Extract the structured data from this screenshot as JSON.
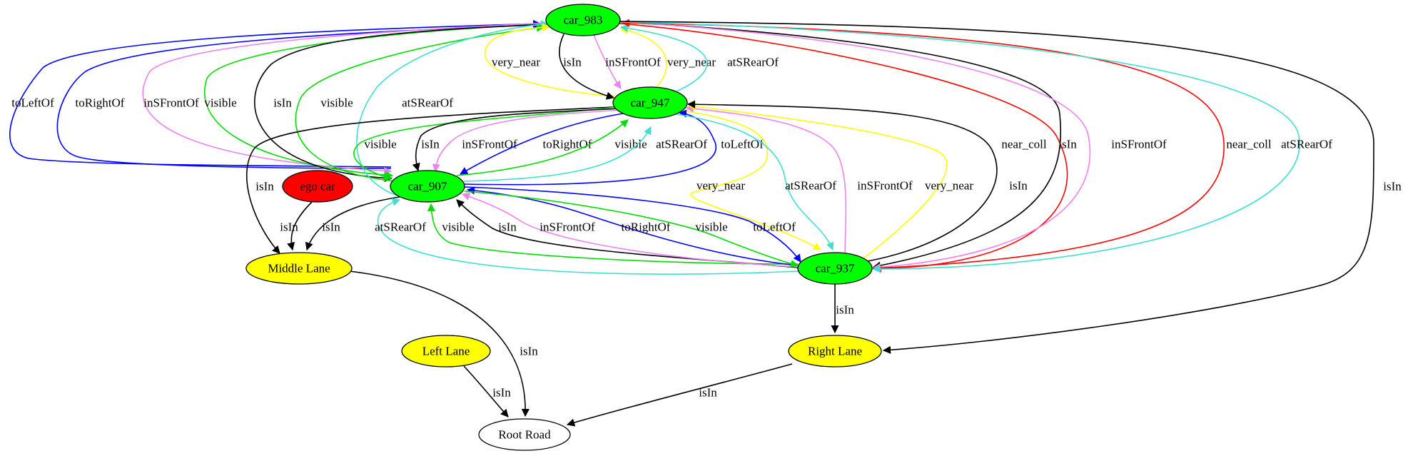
{
  "graph": {
    "nodes": {
      "car_983": {
        "label": "car_983",
        "fill": "#00ff00"
      },
      "car_947": {
        "label": "car_947",
        "fill": "#00ff00"
      },
      "car_907": {
        "label": "car_907",
        "fill": "#00ff00"
      },
      "car_937": {
        "label": "car_937",
        "fill": "#00ff00"
      },
      "ego_car": {
        "label": "ego car",
        "fill": "#ff0000"
      },
      "middle_lane": {
        "label": "Middle Lane",
        "fill": "#ffff00"
      },
      "left_lane": {
        "label": "Left Lane",
        "fill": "#ffff00"
      },
      "right_lane": {
        "label": "Right Lane",
        "fill": "#ffff00"
      },
      "root_road": {
        "label": "Root Road",
        "fill": "#ffffff"
      }
    },
    "edges": [
      {
        "id": "e1",
        "from": "car_907",
        "to": "car_983",
        "label": "toLeftOf",
        "color": "#0000ff"
      },
      {
        "id": "e2",
        "from": "car_907",
        "to": "car_983",
        "label": "toRightOf",
        "color": "#0000ff"
      },
      {
        "id": "e3",
        "from": "car_983",
        "to": "car_907",
        "label": "inSFrontOf",
        "color": "#ee82ee"
      },
      {
        "id": "e4",
        "from": "car_983",
        "to": "car_907",
        "label": "visible",
        "color": "#00dd00"
      },
      {
        "id": "e5",
        "from": "car_983",
        "to": "car_907",
        "label": "isIn",
        "color": "#000000"
      },
      {
        "id": "e6",
        "from": "car_907",
        "to": "car_983",
        "label": "visible",
        "color": "#00dd00"
      },
      {
        "id": "e7",
        "from": "car_907",
        "to": "car_983",
        "label": "atSRearOf",
        "color": "#40e0d0"
      },
      {
        "id": "e8",
        "from": "car_947",
        "to": "car_983",
        "label": "very_near",
        "color": "#ffff00"
      },
      {
        "id": "e9",
        "from": "car_983",
        "to": "car_947",
        "label": "isIn",
        "color": "#000000"
      },
      {
        "id": "e10",
        "from": "car_983",
        "to": "car_947",
        "label": "inSFrontOf",
        "color": "#ee82ee"
      },
      {
        "id": "e11",
        "from": "car_983",
        "to": "car_947",
        "label": "very_near",
        "color": "#ffff00"
      },
      {
        "id": "e12",
        "from": "car_947",
        "to": "car_983",
        "label": "atSRearOf",
        "color": "#40e0d0"
      },
      {
        "id": "e13",
        "from": "car_983",
        "to": "car_937",
        "label": "near_coll",
        "color": "#ff0000"
      },
      {
        "id": "e14",
        "from": "car_983",
        "to": "car_937",
        "label": "isIn",
        "color": "#000000"
      },
      {
        "id": "e15",
        "from": "car_983",
        "to": "car_937",
        "label": "inSFrontOf",
        "color": "#ee82ee"
      },
      {
        "id": "e16",
        "from": "car_937",
        "to": "car_983",
        "label": "near_coll",
        "color": "#ff0000"
      },
      {
        "id": "e17",
        "from": "car_983",
        "to": "car_937",
        "label": "atSRearOf",
        "color": "#40e0d0"
      },
      {
        "id": "e18",
        "from": "car_983",
        "to": "right_lane",
        "label": "isIn",
        "color": "#000000"
      },
      {
        "id": "e19",
        "from": "car_947",
        "to": "middle_lane",
        "label": "isIn",
        "color": "#000000"
      },
      {
        "id": "e20",
        "from": "car_947",
        "to": "car_907",
        "label": "visible",
        "color": "#00dd00"
      },
      {
        "id": "e21",
        "from": "car_947",
        "to": "car_907",
        "label": "isIn",
        "color": "#000000"
      },
      {
        "id": "e22",
        "from": "car_947",
        "to": "car_907",
        "label": "inSFrontOf",
        "color": "#ee82ee"
      },
      {
        "id": "e23",
        "from": "car_947",
        "to": "car_907",
        "label": "toRightOf",
        "color": "#0000ff"
      },
      {
        "id": "e24",
        "from": "car_907",
        "to": "car_947",
        "label": "visible",
        "color": "#00dd00"
      },
      {
        "id": "e25",
        "from": "car_907",
        "to": "car_947",
        "label": "atSRearOf",
        "color": "#40e0d0"
      },
      {
        "id": "e26",
        "from": "car_907",
        "to": "car_947",
        "label": "toLeftOf",
        "color": "#0000ff"
      },
      {
        "id": "e27",
        "from": "car_947",
        "to": "car_937",
        "label": "very_near",
        "color": "#ffff00"
      },
      {
        "id": "e28",
        "from": "car_947",
        "to": "car_937",
        "label": "atSRearOf",
        "color": "#40e0d0"
      },
      {
        "id": "e29",
        "from": "car_937",
        "to": "car_947",
        "label": "inSFrontOf",
        "color": "#ee82ee"
      },
      {
        "id": "e30",
        "from": "car_937",
        "to": "car_947",
        "label": "very_near",
        "color": "#ffff00"
      },
      {
        "id": "e31",
        "from": "car_937",
        "to": "car_947",
        "label": "isIn",
        "color": "#000000"
      },
      {
        "id": "e32",
        "from": "ego_car",
        "to": "middle_lane",
        "label": "isIn",
        "color": "#000000"
      },
      {
        "id": "e33",
        "from": "car_907",
        "to": "middle_lane",
        "label": "isIn",
        "color": "#000000"
      },
      {
        "id": "e34",
        "from": "car_937",
        "to": "car_907",
        "label": "atSRearOf",
        "color": "#40e0d0"
      },
      {
        "id": "e35",
        "from": "car_937",
        "to": "car_907",
        "label": "visible",
        "color": "#00dd00"
      },
      {
        "id": "e36",
        "from": "car_937",
        "to": "car_907",
        "label": "isIn",
        "color": "#000000"
      },
      {
        "id": "e37",
        "from": "car_937",
        "to": "car_907",
        "label": "inSFrontOf",
        "color": "#ee82ee"
      },
      {
        "id": "e38",
        "from": "car_937",
        "to": "car_907",
        "label": "toRightOf",
        "color": "#0000ff"
      },
      {
        "id": "e39",
        "from": "car_907",
        "to": "car_937",
        "label": "visible",
        "color": "#00dd00"
      },
      {
        "id": "e40",
        "from": "car_907",
        "to": "car_937",
        "label": "toLeftOf",
        "color": "#0000ff"
      },
      {
        "id": "e41",
        "from": "car_937",
        "to": "right_lane",
        "label": "isIn",
        "color": "#000000"
      },
      {
        "id": "e42",
        "from": "middle_lane",
        "to": "root_road",
        "label": "isIn",
        "color": "#000000"
      },
      {
        "id": "e43",
        "from": "left_lane",
        "to": "root_road",
        "label": "isIn",
        "color": "#000000"
      },
      {
        "id": "e44",
        "from": "right_lane",
        "to": "root_road",
        "label": "isIn",
        "color": "#000000"
      }
    ]
  }
}
